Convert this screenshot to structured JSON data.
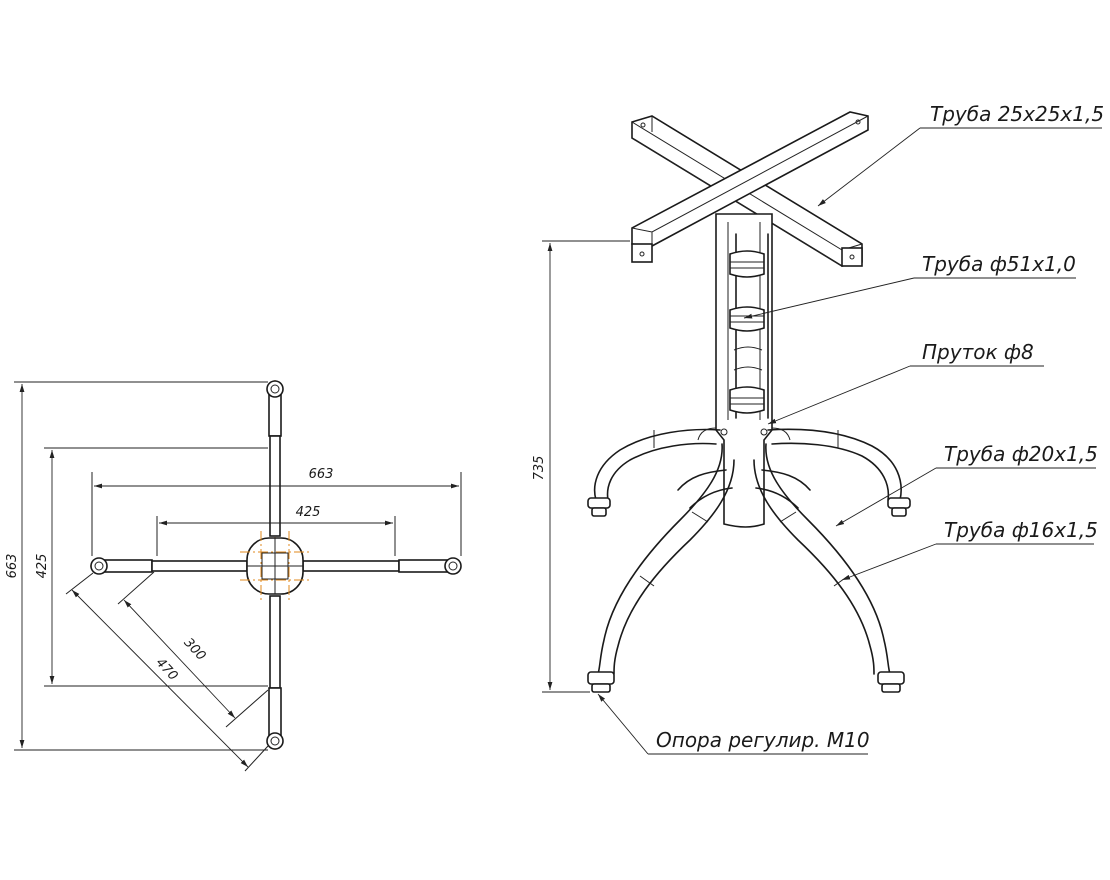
{
  "plan_view": {
    "dimensions": {
      "overall_height": "663",
      "inner_height": "425",
      "overall_width": "663",
      "inner_width": "425",
      "diag_short": "300",
      "diag_long": "470"
    }
  },
  "side_view": {
    "height_dimension": "735",
    "callouts": {
      "top_cross": "Труба 25х25х1,5",
      "center_column": "Труба ф51х1,0",
      "rod": "Пруток ф8",
      "upper_legs": "Труба ф20х1,5",
      "lower_legs": "Труба ф16х1,5",
      "feet": "Опора регулир. М10"
    }
  }
}
